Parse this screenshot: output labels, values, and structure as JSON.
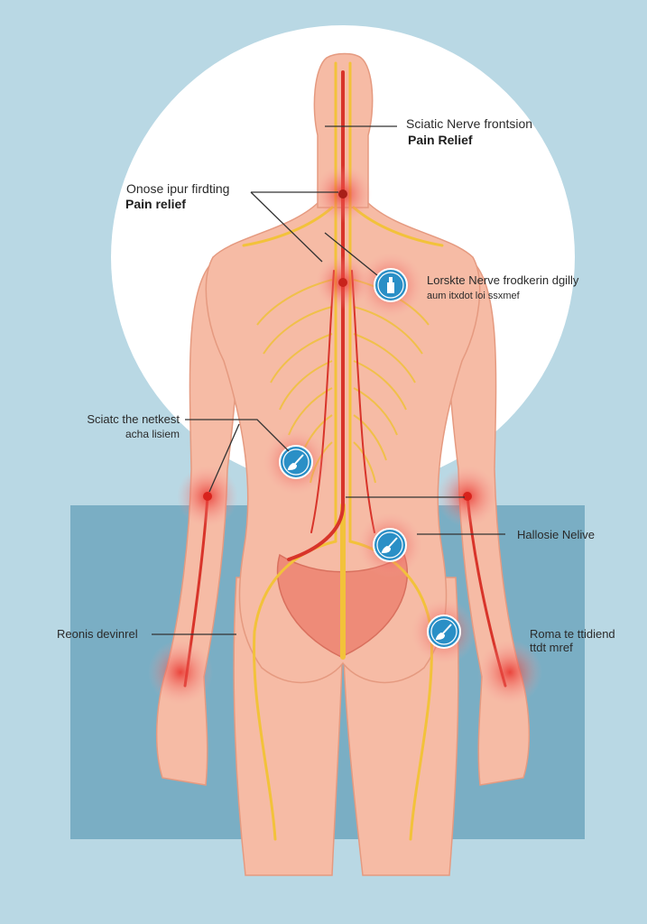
{
  "colors": {
    "background": "#b9d8e4",
    "circle": "#ffffff",
    "panel": "#7aaec4",
    "skin": "#f6bba5",
    "skin_outline": "#e59a80",
    "nerve_yellow": "#f2c23a",
    "nerve_red": "#d8342a",
    "marker_blue": "#2a8fc6"
  },
  "labels": {
    "top_right": {
      "line1": "Sciatic Nerve frontsion",
      "line2": "Pain Relief"
    },
    "top_left": {
      "line1": "Onose ipur firdting",
      "line2": "Pain relief"
    },
    "upper_right": {
      "line1": "Lorskte Nerve frodkerin dgilly",
      "line2": "aum itxdot loi ssxmef"
    },
    "mid_left": {
      "line1": "Sciatc the netkest",
      "line2": "acha lisiem"
    },
    "mid_right": {
      "line1": "Hallosie Nelive"
    },
    "lower_left": {
      "line1": "Reonis devinrel"
    },
    "lower_right": {
      "line1": "Roma te ttidiend",
      "line2": "ttdt mref"
    }
  },
  "markers": [
    {
      "icon": "spray-bottle-icon"
    },
    {
      "icon": "brush-icon"
    },
    {
      "icon": "brush-icon"
    },
    {
      "icon": "brush-icon"
    }
  ]
}
